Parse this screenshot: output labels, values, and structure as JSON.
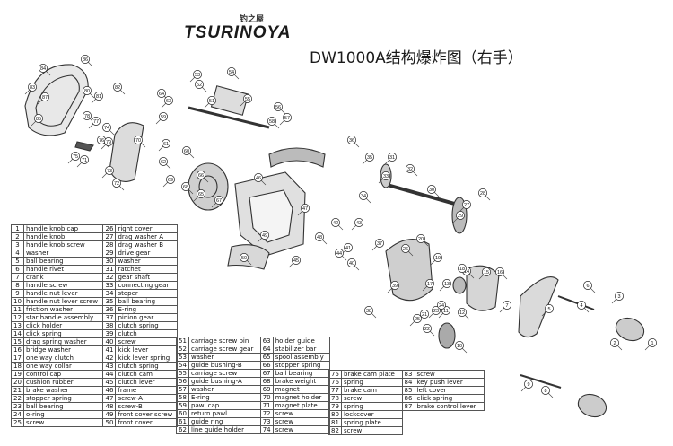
{
  "logo": {
    "text": "TSURINOYA",
    "chinese": "钓之屋"
  },
  "title": "DW1000A结构爆炸图（右手）",
  "callouts": [
    "1",
    "2",
    "3",
    "4",
    "5",
    "6",
    "7",
    "8",
    "9",
    "10",
    "11",
    "12",
    "13",
    "14",
    "15",
    "16",
    "17",
    "18",
    "19",
    "20",
    "21",
    "22",
    "23",
    "24",
    "25",
    "26",
    "27",
    "28",
    "29",
    "30",
    "31",
    "32",
    "33",
    "34",
    "35",
    "36",
    "37",
    "38",
    "39",
    "40",
    "41",
    "42",
    "43",
    "44",
    "45",
    "46",
    "47",
    "48",
    "49",
    "50",
    "51",
    "52",
    "53",
    "54",
    "55",
    "56",
    "57",
    "58",
    "59",
    "60",
    "61",
    "62",
    "63",
    "64",
    "65",
    "66",
    "67",
    "68",
    "69",
    "70",
    "71",
    "72",
    "73",
    "74",
    "75",
    "76",
    "77",
    "78",
    "79",
    "80",
    "81",
    "82",
    "83",
    "84",
    "85",
    "86",
    "87"
  ],
  "parts_table": {
    "col1": [
      [
        "1",
        "handle knob cap"
      ],
      [
        "2",
        "handle knob"
      ],
      [
        "3",
        "handle knob screw"
      ],
      [
        "4",
        "washer"
      ],
      [
        "5",
        "ball bearing"
      ],
      [
        "6",
        "handle rivet"
      ],
      [
        "7",
        "crank"
      ],
      [
        "8",
        "handle screw"
      ],
      [
        "9",
        "handle nut lever"
      ],
      [
        "10",
        "handle nut lever screw"
      ],
      [
        "11",
        "friction washer"
      ],
      [
        "12",
        "star handle assembly"
      ],
      [
        "13",
        "click holder"
      ],
      [
        "14",
        "click spring"
      ],
      [
        "15",
        "drag spring washer"
      ],
      [
        "16",
        "bridge washer"
      ],
      [
        "17",
        "one way clutch"
      ],
      [
        "18",
        "one way collar"
      ],
      [
        "19",
        "control cap"
      ],
      [
        "20",
        "cushion rubber"
      ],
      [
        "21",
        "brake washer"
      ],
      [
        "22",
        "stopper spring"
      ],
      [
        "23",
        "ball bearing"
      ],
      [
        "24",
        "o-ring"
      ],
      [
        "25",
        "screw"
      ]
    ],
    "col2": [
      [
        "26",
        "right cover"
      ],
      [
        "27",
        "drag washer A"
      ],
      [
        "28",
        "drag washer B"
      ],
      [
        "29",
        "drive gear"
      ],
      [
        "30",
        "washer"
      ],
      [
        "31",
        "ratchet"
      ],
      [
        "32",
        "gear shaft"
      ],
      [
        "33",
        "connecting gear"
      ],
      [
        "34",
        "stoper"
      ],
      [
        "35",
        "ball bearing"
      ],
      [
        "36",
        "E-ring"
      ],
      [
        "37",
        "pinion gear"
      ],
      [
        "38",
        "clutch spring"
      ],
      [
        "39",
        "clutch"
      ],
      [
        "40",
        "screw"
      ],
      [
        "41",
        "kick lever"
      ],
      [
        "42",
        "kick lever spring"
      ],
      [
        "43",
        "clutch spring"
      ],
      [
        "44",
        "clutch cam"
      ],
      [
        "45",
        "clutch lever"
      ],
      [
        "46",
        "frame"
      ],
      [
        "47",
        "screw-A"
      ],
      [
        "48",
        "screw-B"
      ],
      [
        "49",
        "front cover screw"
      ],
      [
        "50",
        "front cover"
      ]
    ],
    "col3": [
      [
        "51",
        "carriage screw pin"
      ],
      [
        "52",
        "carriage screw gear"
      ],
      [
        "53",
        "washer"
      ],
      [
        "54",
        "guide bushing-B"
      ],
      [
        "55",
        "carriage screw"
      ],
      [
        "56",
        "guide bushing-A"
      ],
      [
        "57",
        "washer"
      ],
      [
        "58",
        "E-ring"
      ],
      [
        "59",
        "pawl cap"
      ],
      [
        "60",
        "return pawl"
      ],
      [
        "61",
        "guide ring"
      ],
      [
        "62",
        "line guide holder"
      ]
    ],
    "col4": [
      [
        "63",
        "holder guide"
      ],
      [
        "64",
        "stabilizer bar"
      ],
      [
        "65",
        "spool assembly"
      ],
      [
        "66",
        "stopper spring"
      ],
      [
        "67",
        "ball bearing"
      ],
      [
        "68",
        "brake weight"
      ],
      [
        "69",
        "magnet"
      ],
      [
        "70",
        "magnet holder"
      ],
      [
        "71",
        "magnet plate"
      ],
      [
        "72",
        "screw"
      ],
      [
        "73",
        "screw"
      ],
      [
        "74",
        "screw"
      ]
    ],
    "col5": [
      [
        "75",
        "brake cam plate"
      ],
      [
        "76",
        "spring"
      ],
      [
        "77",
        "brake cam"
      ],
      [
        "78",
        "screw"
      ],
      [
        "79",
        "spring"
      ],
      [
        "80",
        "lockcover"
      ],
      [
        "81",
        "spring plate"
      ],
      [
        "82",
        "screw"
      ]
    ],
    "col6": [
      [
        "83",
        "screw"
      ],
      [
        "84",
        "key push lever"
      ],
      [
        "85",
        "left cover"
      ],
      [
        "86",
        "click spring"
      ],
      [
        "87",
        "brake control lever"
      ]
    ]
  }
}
